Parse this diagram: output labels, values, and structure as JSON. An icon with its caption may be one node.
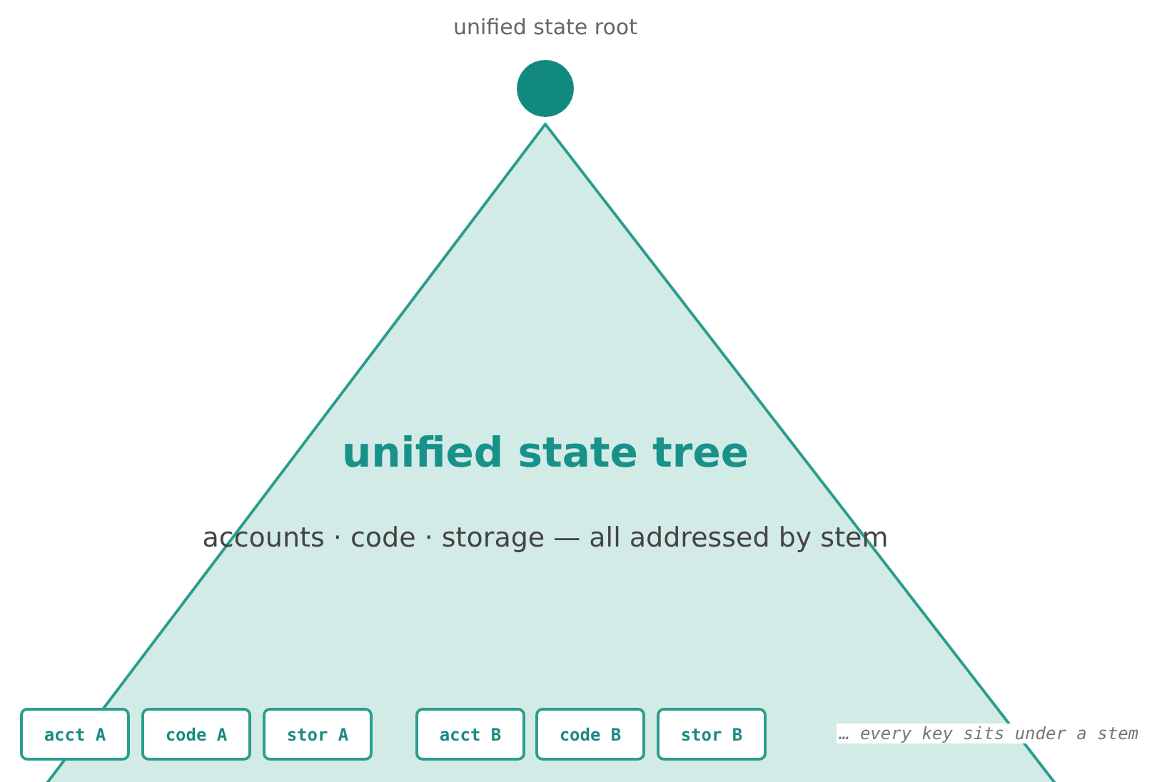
{
  "diagram": {
    "nodes": [
      {
        "text": [],
        "shape": "circle",
        "beside": [
          "unified state root"
        ]
      },
      {
        "text": [
          "unified state tree",
          "accounts · code · storage — all addressed by stem"
        ]
      },
      {
        "text": [
          "acct A"
        ]
      },
      {
        "text": [
          "code A"
        ],
        "in": 1
      },
      {
        "text": [
          "stor A"
        ],
        "in": 1
      },
      {
        "text": [
          "acct B"
        ],
        "in": 1
      },
      {
        "text": [
          "code B"
        ],
        "in": 1
      },
      {
        "text": [
          "stor B"
        ],
        "in": 1
      }
    ],
    "labels": [
      "… every key sits under a stem"
    ]
  }
}
